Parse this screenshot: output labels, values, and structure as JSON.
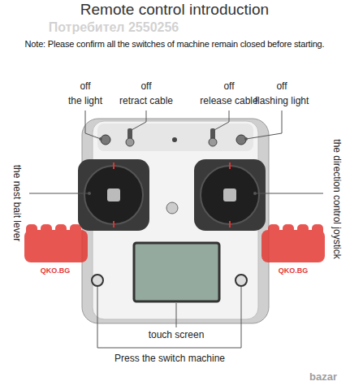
{
  "diagram": {
    "title": "Remote control introduction",
    "labels": [
      "Потребител 2550256",
      "Note: Please confirm all the switches of machine remain closed before starting.",
      "off",
      "the light",
      "off",
      "retract cable",
      "off",
      "release cable",
      "off",
      "flashing light",
      "the nest bait lever",
      "the direction control joystick",
      "QKO.BG",
      "QKO.BG",
      "touch screen",
      "Press the switch machine",
      "bazar"
    ]
  }
}
